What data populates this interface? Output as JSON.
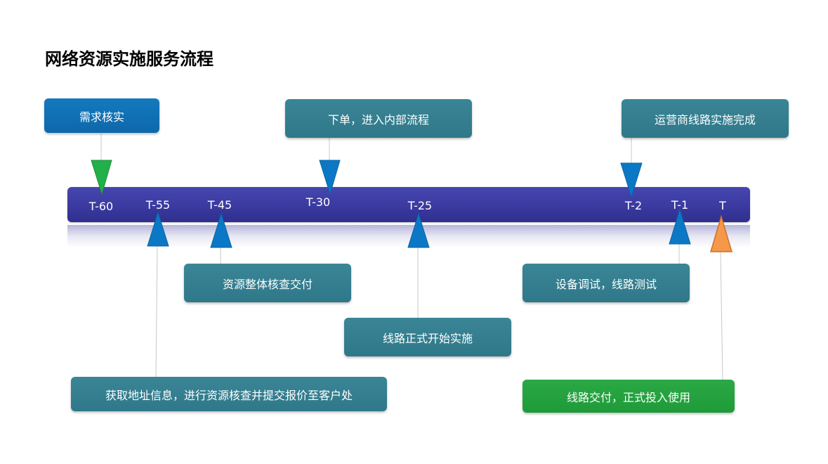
{
  "title": "网络资源实施服务流程",
  "timeline": {
    "ticks": [
      "T-60",
      "T-55",
      "T-45",
      "T-30",
      "T-25",
      "T-2",
      "T-1",
      "T"
    ]
  },
  "steps": {
    "demand_verify": "需求核实",
    "order_internal": "下单，进入内部流程",
    "carrier_complete": "运营商线路实施完成",
    "resource_check": "资源整体核查交付",
    "device_debug": "设备调试，线路测试",
    "line_start": "线路正式开始实施",
    "get_address": "获取地址信息，进行资源核查并提交报价至客户处",
    "line_delivery": "线路交付，正式投入使用"
  },
  "colors": {
    "bar": "#3a3aa0",
    "teal_box": "#2f7889",
    "blue_box": "#0e68aa",
    "green_box": "#1f9a3a",
    "marker_blue": "#0b78c6",
    "marker_green": "#22b04a",
    "marker_orange": "#f5984a"
  }
}
